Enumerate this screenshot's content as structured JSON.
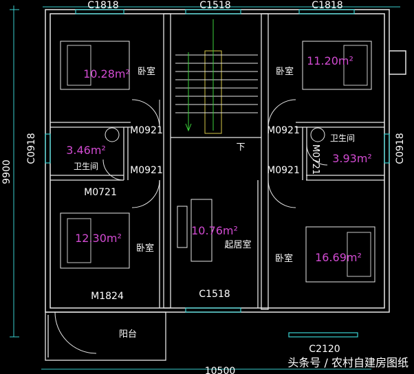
{
  "top_labels": {
    "left": "C1818",
    "center": "C1518",
    "right": "C1818"
  },
  "dimensions": {
    "height": "9900",
    "width": "10500"
  },
  "side_labels": {
    "left": "C0918",
    "right": "C0918"
  },
  "rooms": {
    "bedroom_tl": {
      "name": "卧室",
      "area": "10.28m²"
    },
    "bedroom_tr": {
      "name": "卧室",
      "area": "11.20m²"
    },
    "bath_left": {
      "name": "卫生间",
      "area": "3.46m²"
    },
    "bath_right": {
      "name": "卫生间",
      "area": "3.93m²"
    },
    "bedroom_bl": {
      "name": "卧室",
      "area": "12.30m²"
    },
    "living": {
      "name": "起居室",
      "area": "10.76m²"
    },
    "bedroom_br": {
      "name": "卧室",
      "area": "16.69m²"
    },
    "balcony": {
      "name": "阳台"
    }
  },
  "doors": {
    "m0921_tl": "M0921",
    "m0921_tr": "M0921",
    "m0921_ml": "M0921",
    "m0921_mr": "M0921",
    "m0721_l": "M0721",
    "m0721_r": "M0721",
    "m1824": "M1824"
  },
  "windows": {
    "c1518_bottom": "C1518",
    "c2120": "C2120"
  },
  "stair_label": "下",
  "watermark": "头条号 / 农村自建房图纸"
}
